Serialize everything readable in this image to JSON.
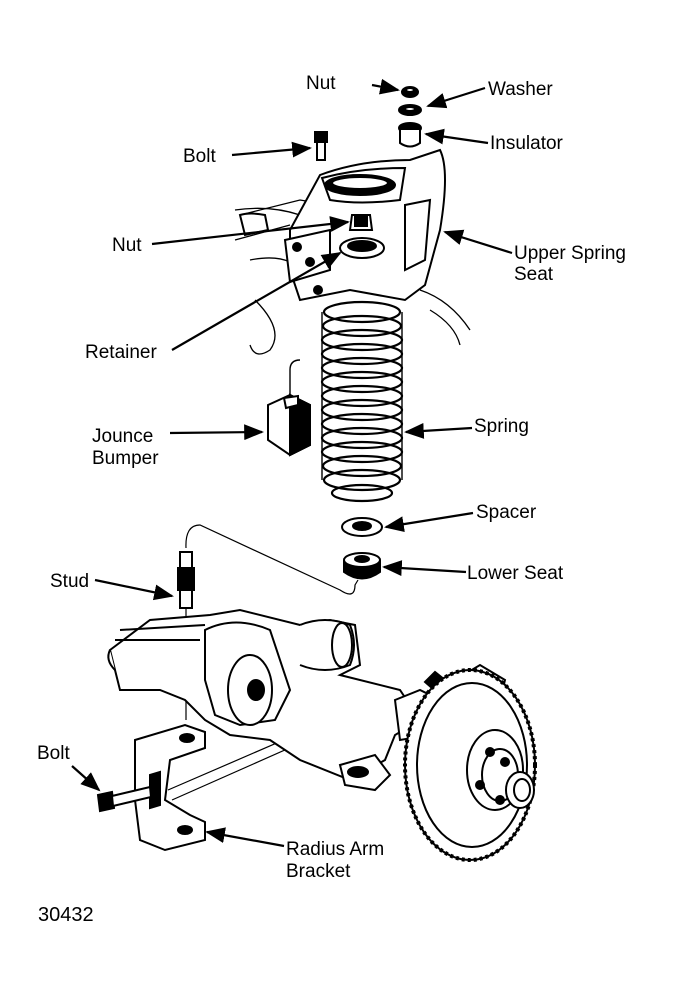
{
  "labels": {
    "nut_top": "Nut",
    "washer": "Washer",
    "bolt_top": "Bolt",
    "insulator": "Insulator",
    "nut_mid": "Nut",
    "upper_spring_seat_l1": "Upper Spring",
    "upper_spring_seat_l2": "Seat",
    "retainer": "Retainer",
    "jounce_l1": "Jounce",
    "jounce_l2": "Bumper",
    "spring": "Spring",
    "spacer": "Spacer",
    "lower_seat": "Lower Seat",
    "stud": "Stud",
    "bolt_bottom": "Bolt",
    "radius_arm_l1": "Radius Arm",
    "radius_arm_l2": "Bracket"
  },
  "figure_number": "30432"
}
